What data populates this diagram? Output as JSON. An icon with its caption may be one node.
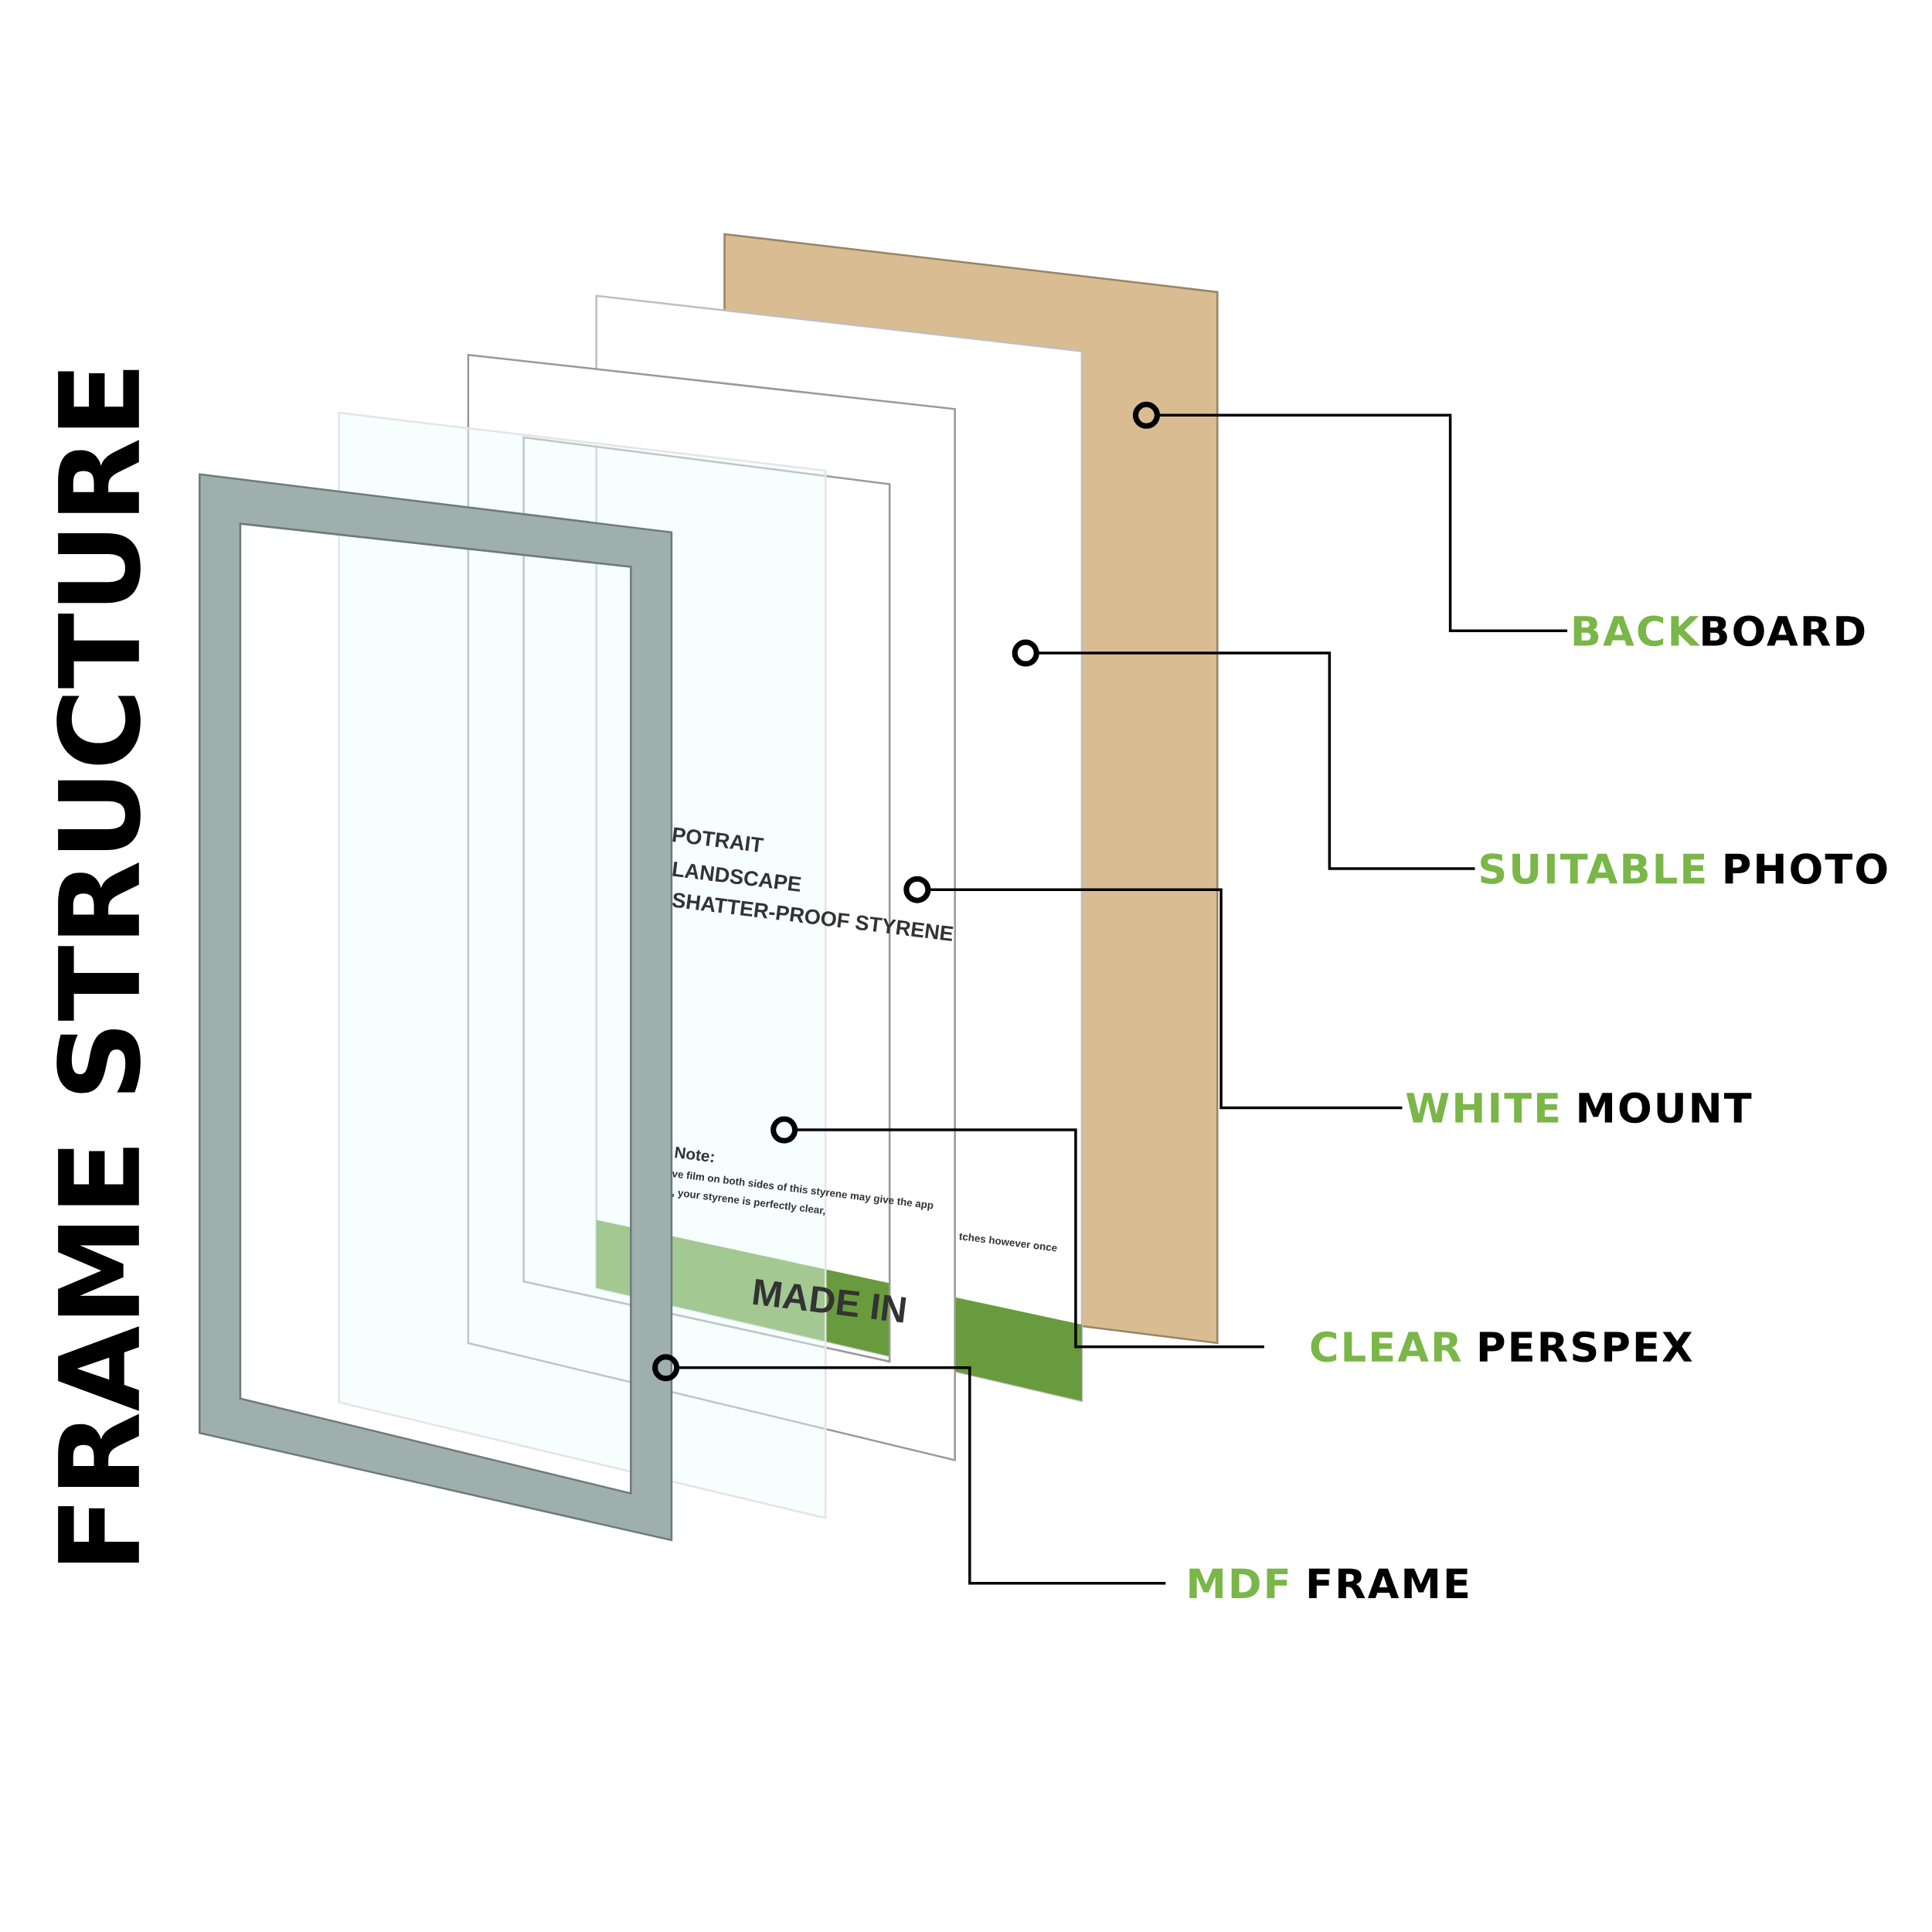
{
  "diagram": {
    "title": "FRAME STRUCTURE",
    "nodes": [
      {
        "text": [
          "BACK",
          "BOARD"
        ]
      },
      {
        "text": [
          "SUITABLE",
          "PHOTO"
        ]
      },
      {
        "text": [
          "WHITE",
          "MOUNT"
        ]
      },
      {
        "text": [
          "CLEAR",
          "PERSPEX"
        ]
      },
      {
        "text": [
          "MDF",
          "FRAME"
        ]
      },
      {
        "text": [],
        "shape": "box"
      },
      {
        "text": [],
        "shape": "box"
      },
      {
        "text": [],
        "shape": "box"
      },
      {
        "text": [],
        "shape": "box"
      },
      {
        "text": [],
        "shape": "box"
      }
    ],
    "edges": [
      {
        "from": 0,
        "to": 5,
        "arrow": "other"
      },
      {
        "from": 1,
        "to": 6,
        "arrow": "other"
      },
      {
        "from": 2,
        "to": 7,
        "arrow": "other"
      },
      {
        "from": 3,
        "to": 8,
        "arrow": "other"
      },
      {
        "from": 4,
        "to": 9,
        "arrow": "other"
      }
    ],
    "labels": [
      "POTRAIT",
      "LANDSCAPE",
      "SHATTER-PROOF STYRENE",
      "Note:",
      "ve film on both sides of this styrene may give the app",
      ", your styrene is perfectly clear,",
      "tches however once",
      "MADE IN"
    ]
  }
}
